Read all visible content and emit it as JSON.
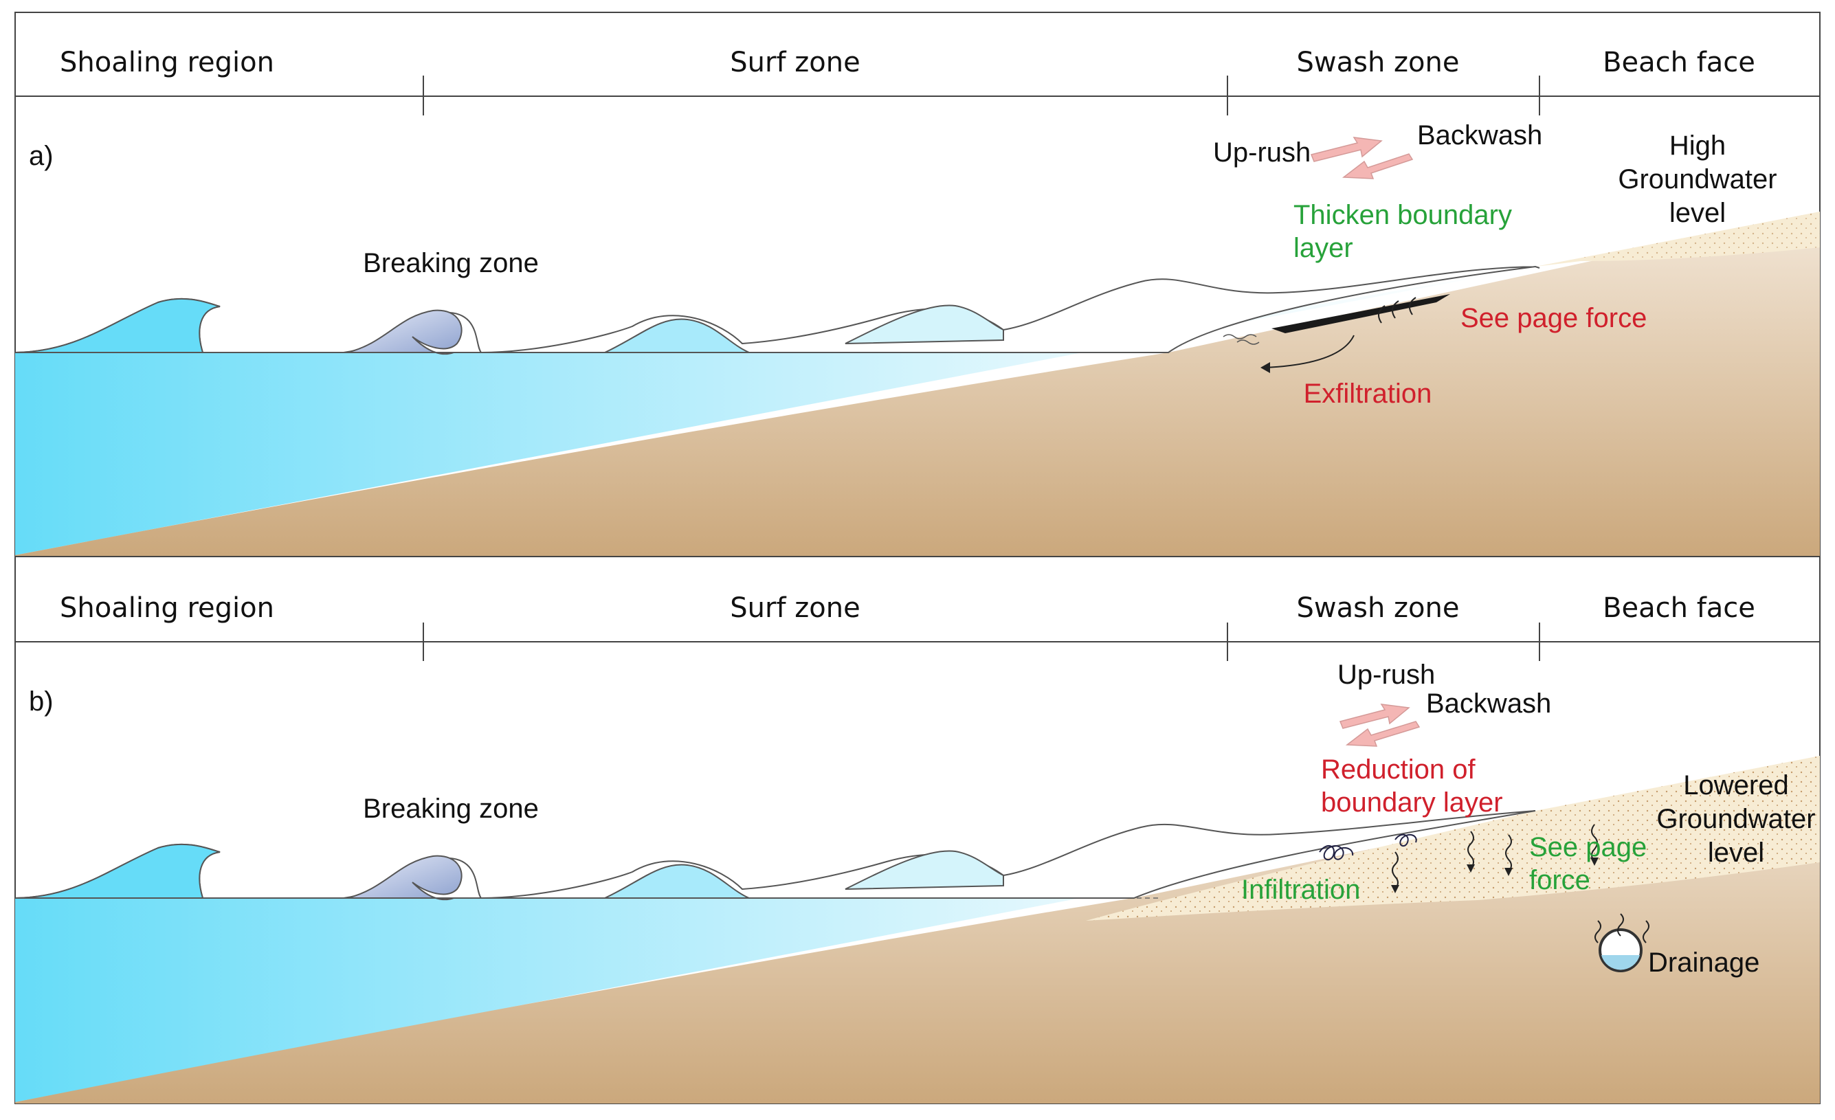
{
  "zones": {
    "shoaling": "Shoaling region",
    "surf": "Surf zone",
    "swash": "Swash zone",
    "beach": "Beach face"
  },
  "panel_a": {
    "tag": "a)",
    "breaking_zone": "Breaking zone",
    "uprush": "Up-rush",
    "backwash": "Backwash",
    "boundary_line1": "Thicken boundary",
    "boundary_line2": "layer",
    "seepage": "See page force",
    "exfiltration": "Exfiltration",
    "gw_line1": "High",
    "gw_line2": "Groundwater",
    "gw_line3": "level"
  },
  "panel_b": {
    "tag": "b)",
    "breaking_zone": "Breaking zone",
    "uprush": "Up-rush",
    "backwash": "Backwash",
    "reduction_line1": "Reduction of",
    "reduction_line2": "boundary layer",
    "infiltration": "Infiltration",
    "seepage_line1": "See page",
    "seepage_line2": "force",
    "gw_line1": "Lowered",
    "gw_line2": "Groundwater",
    "gw_line3": "level",
    "drainage": "Drainage"
  },
  "colors": {
    "water_deep": "#66dcf8",
    "water_light": "#f2fbfe",
    "sand": "#cfae82",
    "sand_light": "#f3e7d8",
    "wet_sand": "#f7ecd4",
    "arrow": "#f4b6b4",
    "green": "#27a23a",
    "red": "#d0202c"
  }
}
